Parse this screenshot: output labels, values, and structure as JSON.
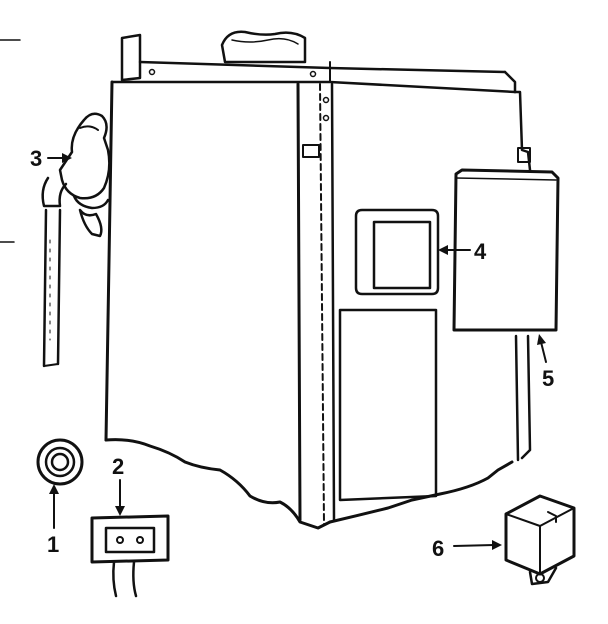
{
  "diagram": {
    "parts": [
      {
        "number": "1",
        "id": "part-1"
      },
      {
        "number": "2",
        "id": "part-2"
      },
      {
        "number": "3",
        "id": "part-3"
      },
      {
        "number": "4",
        "id": "part-4"
      },
      {
        "number": "5",
        "id": "part-5"
      },
      {
        "number": "6",
        "id": "part-6"
      }
    ],
    "colors": {
      "ink": "#111111",
      "background": "#ffffff"
    }
  }
}
